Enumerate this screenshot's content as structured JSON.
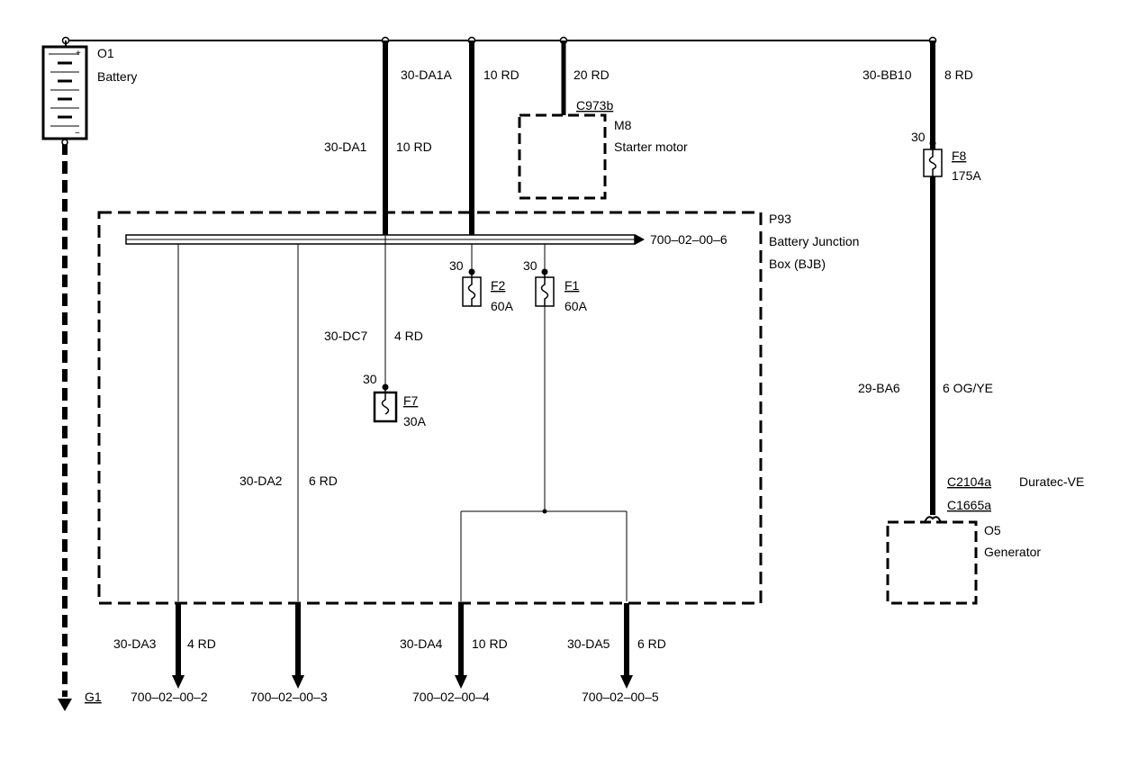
{
  "battery": {
    "ref": "O1",
    "name": "Battery",
    "plus": "+",
    "minus": "−"
  },
  "top_wires": {
    "da1a_circuit": "30-DA1A",
    "da1a_size": "10 RD",
    "starter_size": "20 RD",
    "bb10_circuit": "30-BB10",
    "bb10_size": "8 RD"
  },
  "da1": {
    "circuit": "30-DA1",
    "size": "10 RD"
  },
  "starter": {
    "connector": "C973b",
    "ref": "M8",
    "name": "Starter motor"
  },
  "fuse_f8": {
    "pin": "30",
    "ref": "F8",
    "rating": "175A"
  },
  "bjb": {
    "ref": "P93",
    "name_line1": "Battery Junction",
    "name_line2": "Box (BJB)",
    "bus_ref": "700–02–00–6"
  },
  "fuse_f2": {
    "pin": "30",
    "ref": "F2",
    "rating": "60A"
  },
  "fuse_f1": {
    "pin": "30",
    "ref": "F1",
    "rating": "60A"
  },
  "fuse_f7": {
    "pin": "30",
    "ref": "F7",
    "rating": "30A"
  },
  "dc7": {
    "circuit": "30-DC7",
    "size": "4 RD"
  },
  "da2": {
    "circuit": "30-DA2",
    "size": "6 RD"
  },
  "ba6": {
    "circuit": "29-BA6",
    "size": "6 OG/YE"
  },
  "generator": {
    "conn1": "C2104a",
    "engine": "Duratec-VE",
    "conn2": "C1665a",
    "ref": "O5",
    "name": "Generator"
  },
  "outputs": [
    {
      "circuit": "30-DA3",
      "size": "4 RD",
      "ref": "700–02–00–2"
    },
    {
      "circuit": "",
      "size": "",
      "ref": "700–02–00–3"
    },
    {
      "circuit": "30-DA4",
      "size": "10 RD",
      "ref": "700–02–00–4"
    },
    {
      "circuit": "30-DA5",
      "size": "6 RD",
      "ref": "700–02–00–5"
    }
  ],
  "ground": {
    "ref": "G1"
  }
}
